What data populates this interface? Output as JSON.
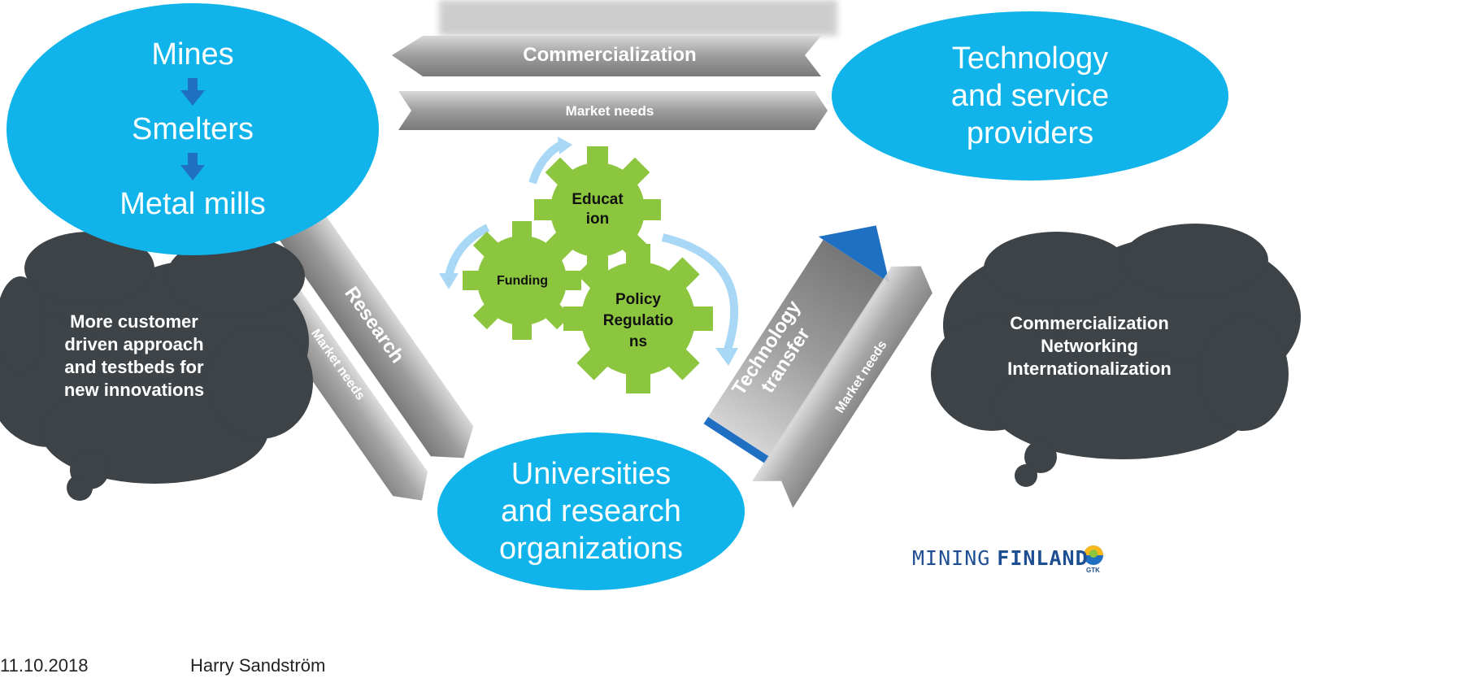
{
  "nodes": {
    "mines_group": {
      "items": [
        "Mines",
        "Smelters",
        "Metal mills"
      ]
    },
    "technology": {
      "lines": [
        "Technology",
        "and service",
        "providers"
      ]
    },
    "universities": {
      "lines": [
        "Universities",
        "and research",
        "organizations"
      ]
    }
  },
  "arrows": {
    "commercialization": "Commercialization",
    "market_needs_top": "Market needs",
    "research": "Research",
    "market_needs_left": "Market needs",
    "technology_transfer": [
      "Technology",
      "transfer"
    ],
    "market_needs_right": "Market needs"
  },
  "gears": {
    "education": [
      "Educat",
      "ion"
    ],
    "funding": "Funding",
    "policy": [
      "Policy",
      "Regulatio",
      "ns"
    ]
  },
  "clouds": {
    "left": [
      "More customer",
      "driven approach",
      "and testbeds for",
      "new innovations"
    ],
    "right": [
      "Commercialization",
      "Networking",
      "Internationalization"
    ]
  },
  "footer": {
    "date": "11.10.2018",
    "author": "Harry Sandström",
    "logo_text_light": "MINING",
    "logo_text_bold": "FINLAND",
    "logo_badge": "GTK"
  },
  "colors": {
    "ellipse": "#10b4ea",
    "gear": "#8cc63f",
    "cloud": "#3d4347",
    "arrow_gray": "#9a9a9a",
    "blue_arrow": "#1f6fc2"
  }
}
